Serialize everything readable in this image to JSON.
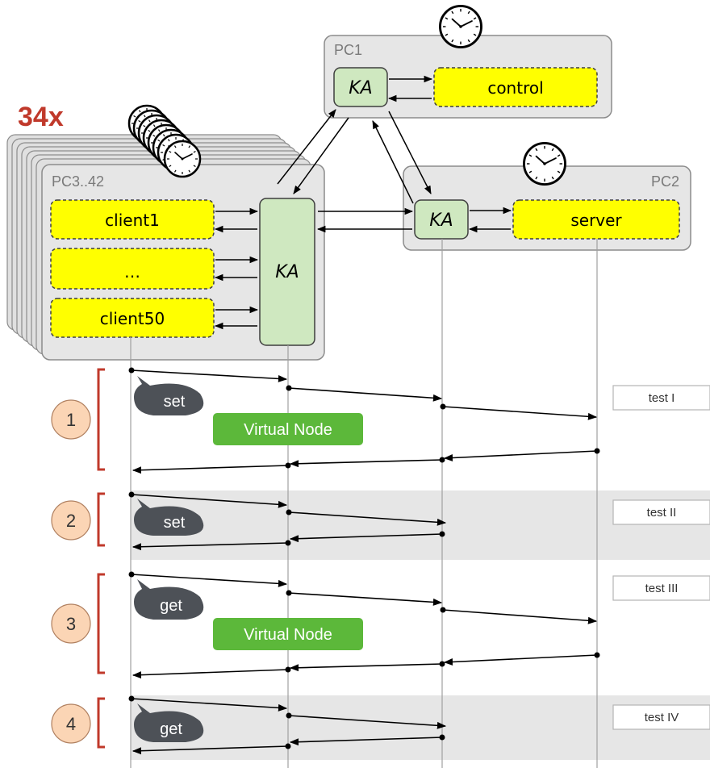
{
  "multiplier": "34x",
  "nodes": {
    "pc1": {
      "label": "PC1",
      "ka": "KA",
      "process": "control"
    },
    "pc2": {
      "label": "PC2",
      "ka": "KA",
      "process": "server"
    },
    "pc_clients": {
      "label": "PC3..42",
      "ka": "KA",
      "clients": [
        "client1",
        "…",
        "client50"
      ]
    }
  },
  "tests": [
    {
      "step": "1",
      "op": "set",
      "test": "test I",
      "virtual_node": "Virtual Node"
    },
    {
      "step": "2",
      "op": "set",
      "test": "test II"
    },
    {
      "step": "3",
      "op": "get",
      "test": "test III",
      "virtual_node": "Virtual Node"
    },
    {
      "step": "4",
      "op": "get",
      "test": "test IV"
    }
  ],
  "colors": {
    "accent_red": "#c0392b",
    "ka_green": "#cfe8c0",
    "process_yellow": "#ffff00",
    "virtual_node_green": "#5cb83a",
    "step_circle": "#fbd5b5",
    "bubble_gray": "#4d5157"
  },
  "icons": [
    "clock-icon"
  ]
}
